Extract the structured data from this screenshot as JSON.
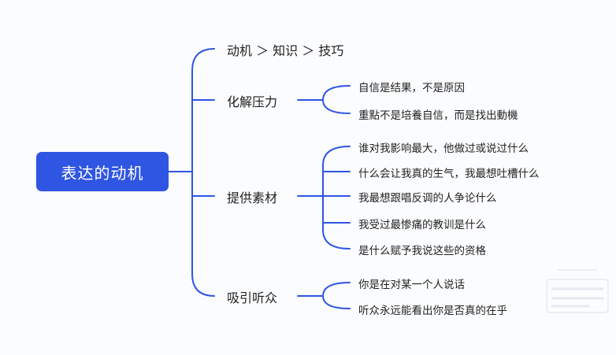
{
  "root": {
    "label": "表达的动机"
  },
  "branches": [
    {
      "label": "动机 ＞ 知识 ＞ 技巧",
      "leaves": []
    },
    {
      "label": "化解压力",
      "leaves": [
        "自信是结果，不是原因",
        "重點不是培養自信，而是找出動機"
      ]
    },
    {
      "label": "提供素材",
      "leaves": [
        "谁对我影响最大，他做过或说过什么",
        "什么会让我真的生气，我最想吐槽什么",
        "我最想跟唱反调的人争论什么",
        "我受过最惨痛的教训是什么",
        "是什么赋予我说这些的资格"
      ]
    },
    {
      "label": "吸引听众",
      "leaves": [
        "你是在对某一个人说话",
        "听众永远能看出你是否真的在乎"
      ]
    }
  ],
  "colors": {
    "root_fill": "#2f55e3",
    "connector": "#2f55e3",
    "background": "#fbfcfe"
  }
}
